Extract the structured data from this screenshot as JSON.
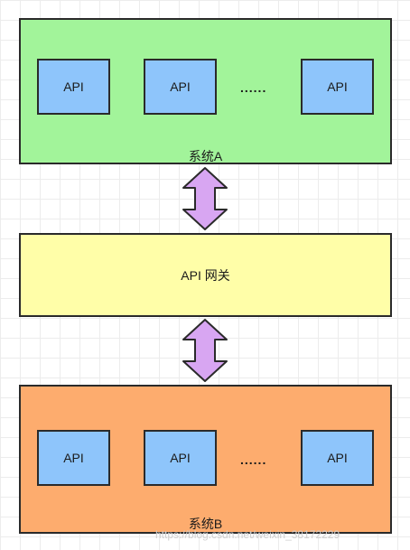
{
  "system_a": {
    "label": "系统A",
    "apis": [
      "API",
      "API",
      "API"
    ],
    "ellipsis": "......"
  },
  "gateway": {
    "label": "API 网关"
  },
  "system_b": {
    "label": "系统B",
    "apis": [
      "API",
      "API",
      "API"
    ],
    "ellipsis": "......"
  },
  "watermark": "https://blog.csdn.net/weixin_38172229",
  "colors": {
    "system_a_fill": "#a2f49a",
    "gateway_fill": "#fffea8",
    "system_b_fill": "#fdac6e",
    "api_fill": "#8ec5fb",
    "arrow_fill": "#d8a6f2"
  }
}
